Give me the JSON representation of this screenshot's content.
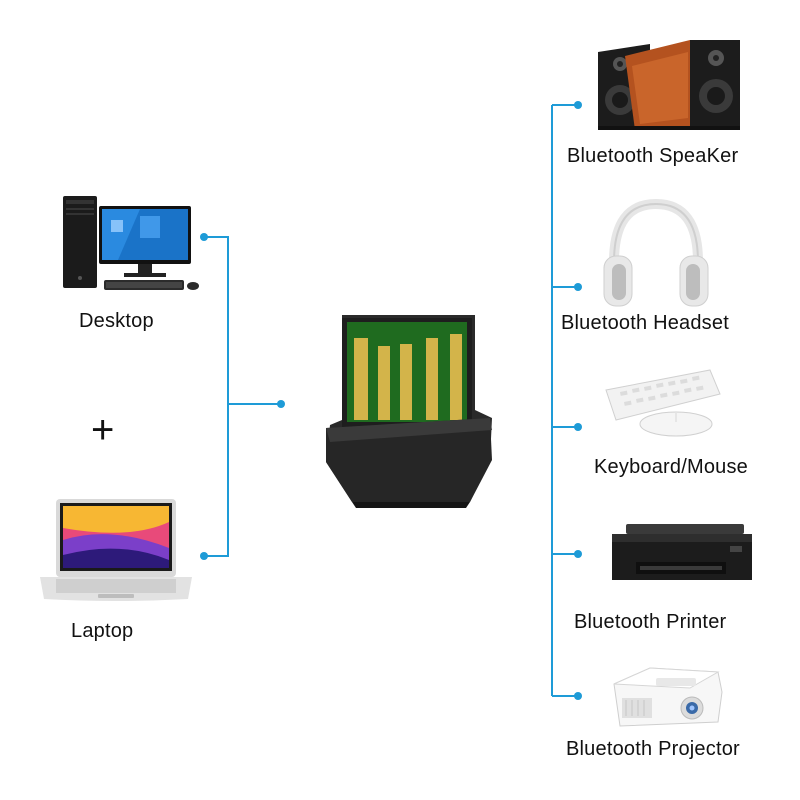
{
  "colors": {
    "connector": "#1e9bd7",
    "text": "#111111"
  },
  "left_devices": [
    {
      "label": "Desktop",
      "icon": "desktop-computer-icon"
    },
    {
      "label": "Laptop",
      "icon": "laptop-icon"
    }
  ],
  "plus_sign": "+",
  "center_device": {
    "icon": "usb-bluetooth-adapter-icon"
  },
  "right_devices": [
    {
      "label": "Bluetooth SpeaKer",
      "icon": "speaker-icon"
    },
    {
      "label": "Bluetooth Headset",
      "icon": "headset-icon"
    },
    {
      "label": "Keyboard/Mouse",
      "icon": "keyboard-mouse-icon"
    },
    {
      "label": "Bluetooth Printer",
      "icon": "printer-icon"
    },
    {
      "label": "Bluetooth Projector",
      "icon": "projector-icon"
    }
  ]
}
